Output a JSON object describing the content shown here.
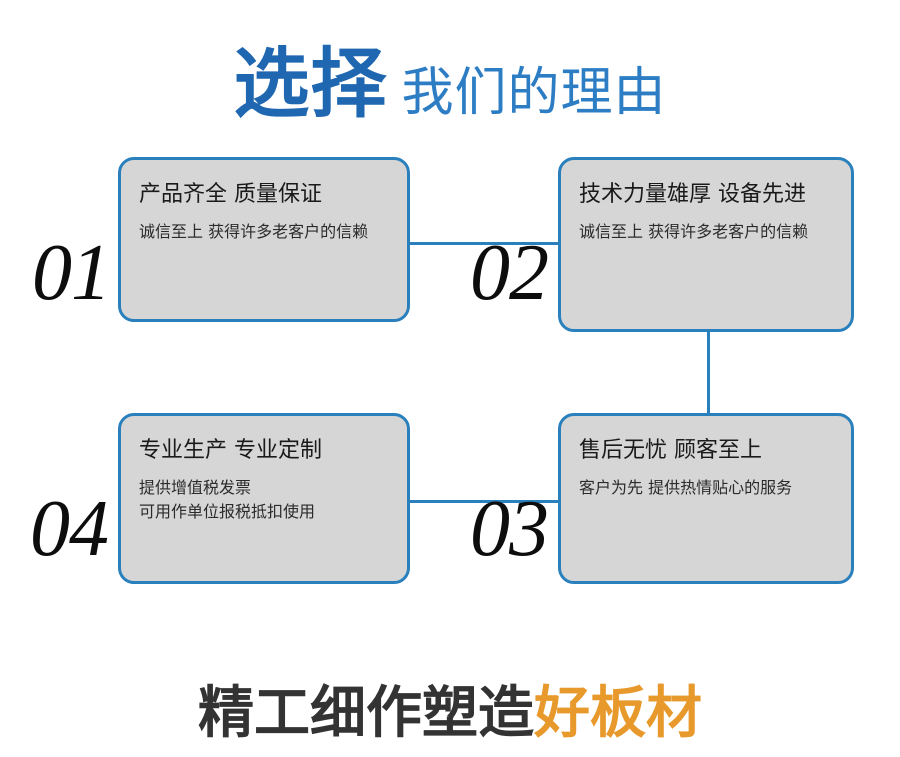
{
  "header": {
    "emphasis": "选择",
    "rest": "我们的理由"
  },
  "colors": {
    "title_blue_strong": "#1f67b0",
    "title_blue_light": "#2d7dc4",
    "card_border_blue": "#2a80bd",
    "card_fill_gray": "#d6d6d6",
    "connector_blue": "#2a80bd",
    "number_black": "#0d0d0d",
    "footer_dark": "#333333",
    "footer_accent_orange": "#e8992b"
  },
  "cards": [
    {
      "number": "01",
      "title": "产品齐全 质量保证",
      "body": "诚信至上 获得许多老客户的信赖"
    },
    {
      "number": "02",
      "title": "技术力量雄厚 设备先进",
      "body": "诚信至上 获得许多老客户的信赖"
    },
    {
      "number": "03",
      "title": "售后无忧 顾客至上",
      "body": "客户为先 提供热情贴心的服务"
    },
    {
      "number": "04",
      "title": "专业生产 专业定制",
      "body_line1": "提供增值税发票",
      "body_line2": "可用作单位报税抵扣使用"
    }
  ],
  "footer": {
    "dark": "精工细作塑造",
    "accent": "好板材"
  }
}
